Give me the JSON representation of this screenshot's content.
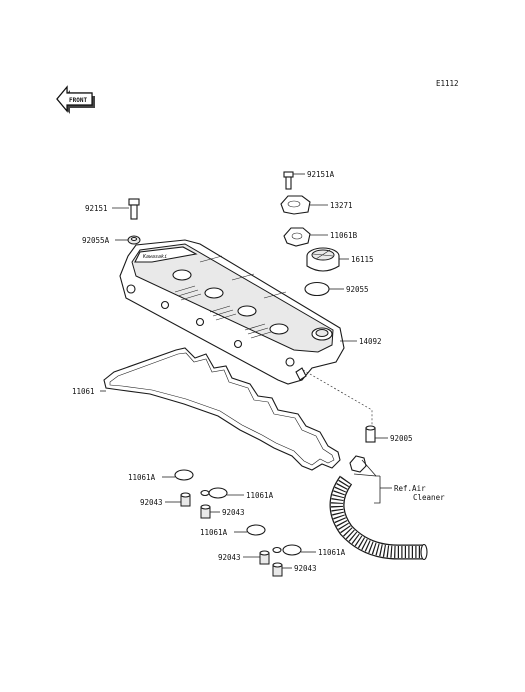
{
  "diagram_code": "E1112",
  "front_badge": "FRONT",
  "callouts": {
    "p92151a": "92151A",
    "p13271": "13271",
    "p11061b": "11061B",
    "p16115": "16115",
    "p92055": "92055",
    "p14092": "14092",
    "p92151": "92151",
    "p92055a": "92055A",
    "p11061": "11061",
    "p92005": "92005",
    "ref_air_1": "Ref.Air",
    "ref_air_2": "Cleaner",
    "p11061a_1": "11061A",
    "p92043_1": "92043",
    "p11061a_2": "11061A",
    "p92043_2": "92043",
    "p11061a_3": "11061A",
    "p92043_3": "92043",
    "p11061a_4": "11061A",
    "p92043_4": "92043"
  }
}
